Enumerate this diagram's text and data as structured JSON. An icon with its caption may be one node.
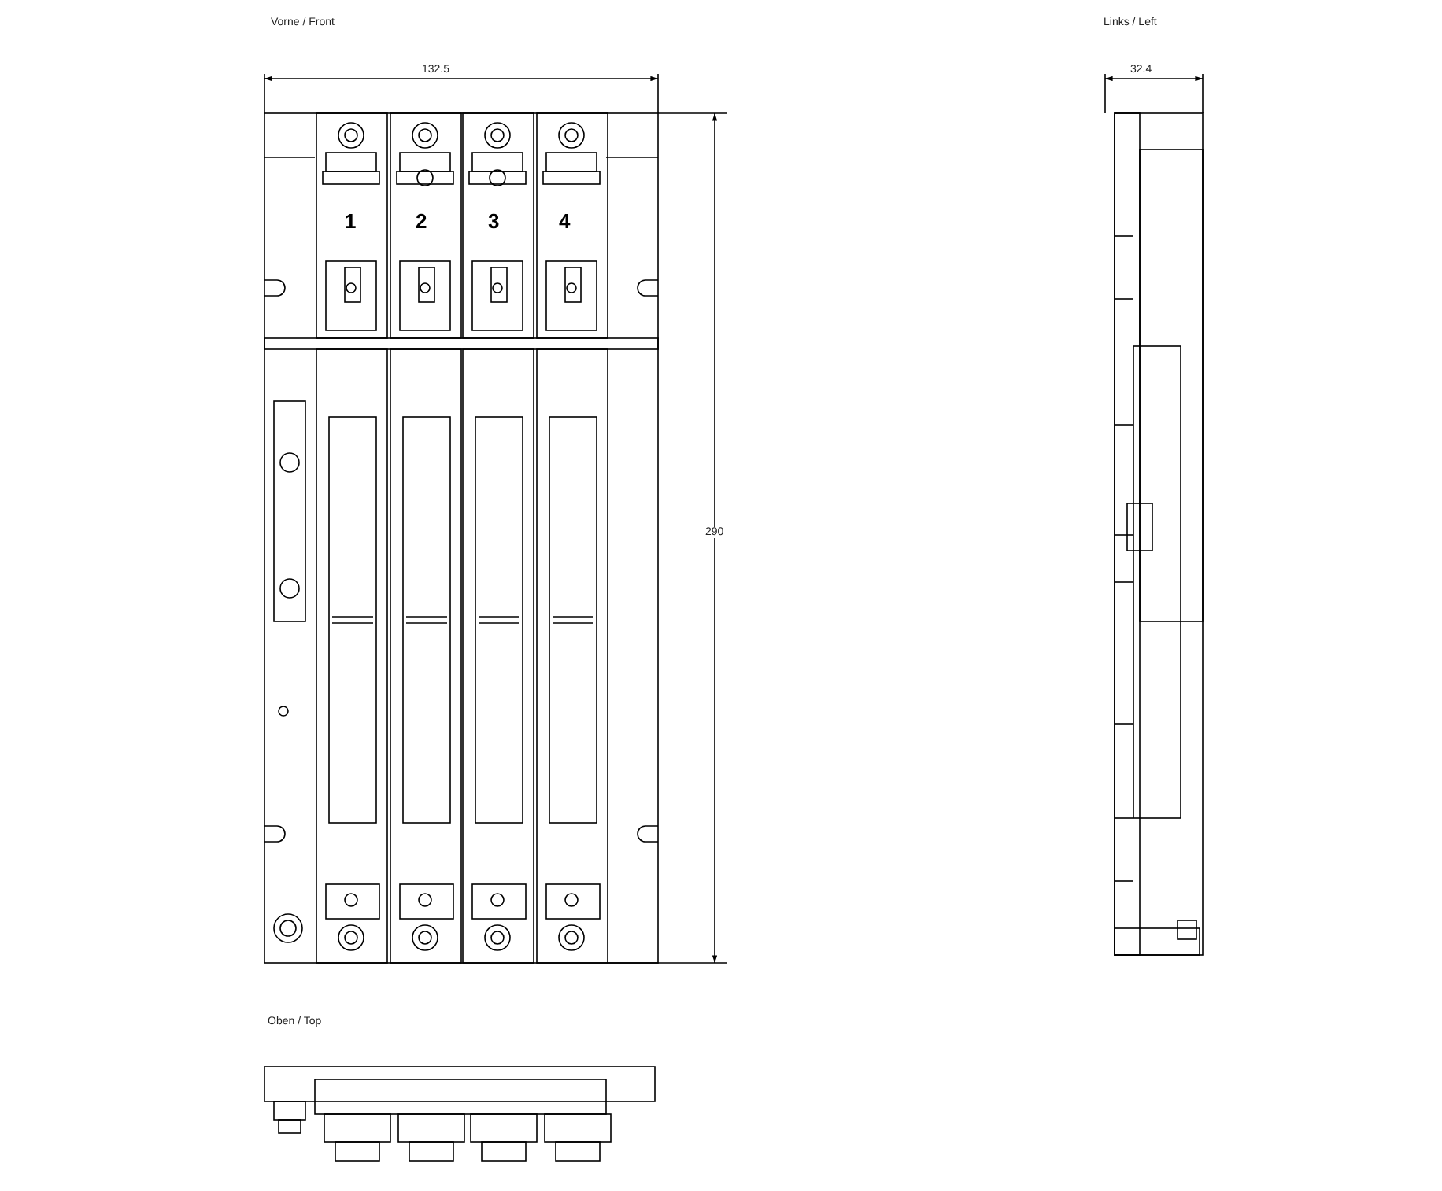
{
  "diagram": {
    "labels": [
      "Vorne / Front",
      "132.5",
      "1",
      "2",
      "3",
      "4",
      "290",
      "Links / Left",
      "32.4",
      "Oben / Top"
    ]
  }
}
